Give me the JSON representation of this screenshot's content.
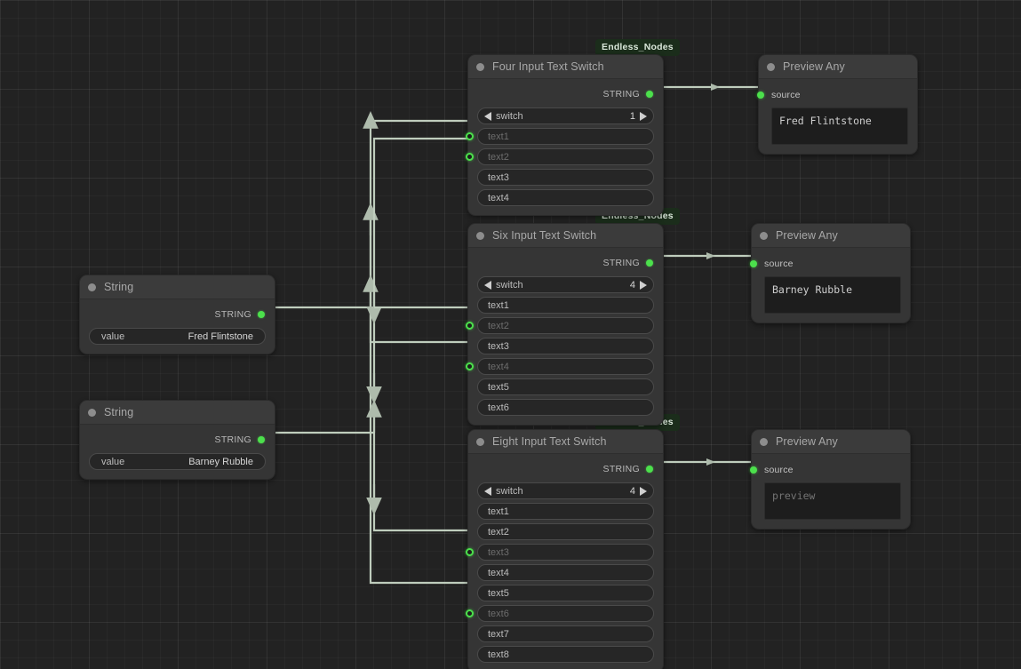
{
  "canvas": {
    "background_color": "#222222",
    "grid_color": "#2b2b2b",
    "wire_color": "#bfcdbd",
    "socket_color": "#4ce04c",
    "badge_bg": "#1b2d1b"
  },
  "badges": [
    {
      "label": "Endless_Nodes"
    },
    {
      "label": "Endless_Nodes"
    },
    {
      "label": "Endless_Nodes"
    }
  ],
  "nodes": {
    "string_1": {
      "title": "String",
      "output_label": "STRING",
      "widget_name": "value",
      "widget_value": "Fred Flintstone"
    },
    "string_2": {
      "title": "String",
      "output_label": "STRING",
      "widget_name": "value",
      "widget_value": "Barney Rubble"
    },
    "four_input": {
      "title": "Four Input Text Switch",
      "output_label": "STRING",
      "switch_name": "switch",
      "switch_value": "1",
      "inputs": [
        {
          "label": "text1",
          "connected": true
        },
        {
          "label": "text2",
          "connected": true
        },
        {
          "label": "text3",
          "connected": false
        },
        {
          "label": "text4",
          "connected": false
        }
      ]
    },
    "six_input": {
      "title": "Six Input Text Switch",
      "output_label": "STRING",
      "switch_name": "switch",
      "switch_value": "4",
      "inputs": [
        {
          "label": "text1",
          "connected": false
        },
        {
          "label": "text2",
          "connected": true
        },
        {
          "label": "text3",
          "connected": false
        },
        {
          "label": "text4",
          "connected": true
        },
        {
          "label": "text5",
          "connected": false
        },
        {
          "label": "text6",
          "connected": false
        }
      ]
    },
    "eight_input": {
      "title": "Eight Input Text Switch",
      "output_label": "STRING",
      "switch_name": "switch",
      "switch_value": "4",
      "inputs": [
        {
          "label": "text1",
          "connected": false
        },
        {
          "label": "text2",
          "connected": false
        },
        {
          "label": "text3",
          "connected": true
        },
        {
          "label": "text4",
          "connected": false
        },
        {
          "label": "text5",
          "connected": false
        },
        {
          "label": "text6",
          "connected": true
        },
        {
          "label": "text7",
          "connected": false
        },
        {
          "label": "text8",
          "connected": false
        }
      ]
    },
    "preview_1": {
      "title": "Preview Any",
      "input_label": "source",
      "text": "Fred Flintstone",
      "is_placeholder": false
    },
    "preview_2": {
      "title": "Preview Any",
      "input_label": "source",
      "text": "Barney Rubble",
      "is_placeholder": false
    },
    "preview_3": {
      "title": "Preview Any",
      "input_label": "source",
      "text": "preview",
      "is_placeholder": true
    }
  }
}
